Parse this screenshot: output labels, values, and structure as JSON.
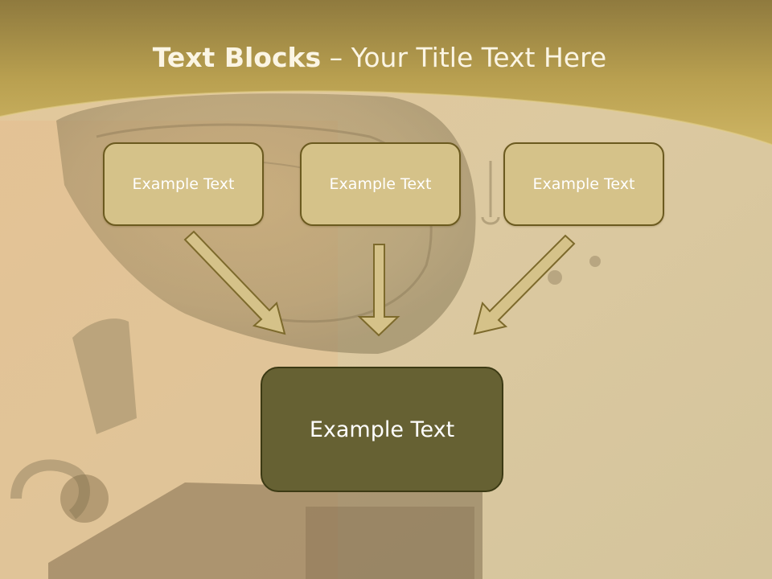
{
  "slide": {
    "title_bold": "Text Blocks",
    "title_rest": " – Your Title Text Here",
    "boxes": [
      {
        "label": "Example Text"
      },
      {
        "label": "Example Text"
      },
      {
        "label": "Example Text"
      }
    ],
    "main_box": {
      "label": "Example Text"
    }
  },
  "colors": {
    "header_gold": "#c7ad5a",
    "box_fill": "#d5c289",
    "box_border": "#6b5a1f",
    "main_fill": "#666133",
    "arrow_fill": "#d5c289"
  }
}
